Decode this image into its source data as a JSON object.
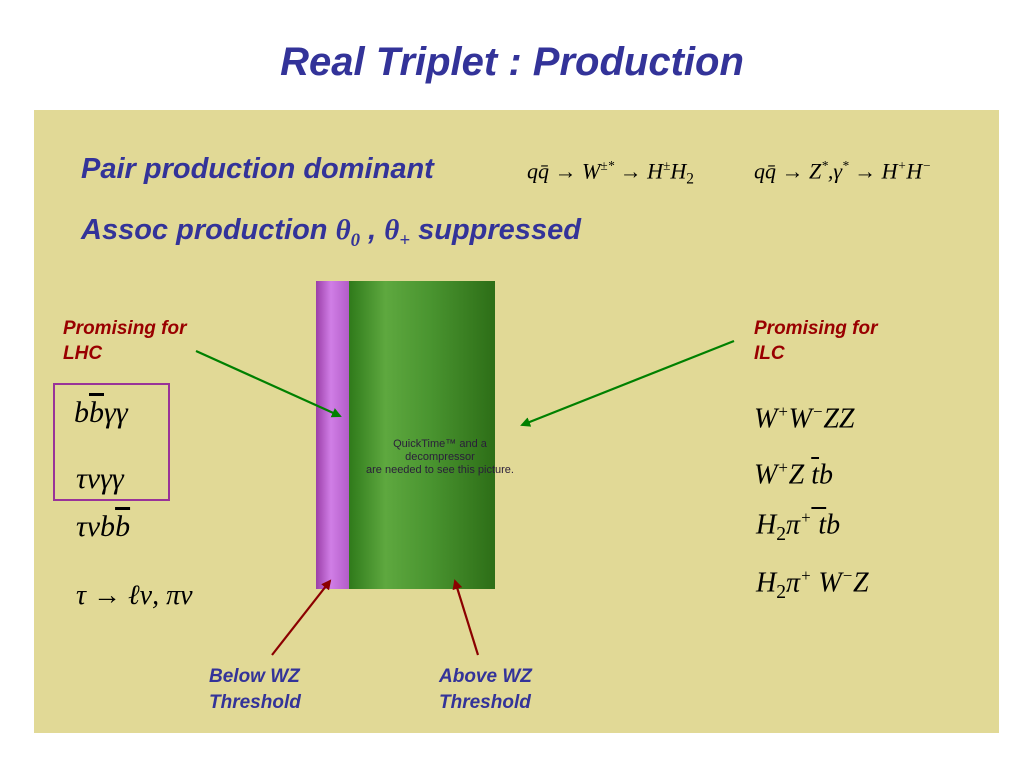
{
  "slide": {
    "title": "Real Triplet : Production",
    "line1": "Pair production dominant",
    "line2_prefix": "Assoc  production",
    "theta0": "θ",
    "theta0_sub": "0",
    "comma": " ,",
    "thetaplus": "θ",
    "thetaplus_sub": "+",
    "line2_suffix": "suppressed",
    "eq1": {
      "lhs": "qq̄ → W",
      "sup1": "±*",
      "mid": " → H",
      "sup2": "±",
      "tail": "H",
      "sub": "2"
    },
    "eq2": {
      "lhs": "qq̄ → Z",
      "sup1": "*",
      "mid": ",γ",
      "sup2": "*",
      "tail": " → H",
      "sup3": "+",
      "tail2": "H",
      "sup4": "−"
    },
    "lhc_label_1": "Promising for",
    "lhc_label_2": "LHC",
    "ilc_label_1": "Promising for",
    "ilc_label_2": "ILC",
    "lhc_channels": {
      "c1_a": "b",
      "c1_b": "b",
      "c1_c": "γγ",
      "c2": "τνγγ",
      "c3_a": "τνb",
      "c3_b": "b",
      "c4": "τ → ℓν, πν"
    },
    "ilc_channels": {
      "c1": {
        "a": "W",
        "a_sup": "+",
        "b": "W",
        "b_sup": "−",
        "c": "ZZ"
      },
      "c2": {
        "a": "W",
        "a_sup": "+",
        "b": "Z ",
        "c": "t",
        "d": "b"
      },
      "c3": {
        "a": "H",
        "a_sub": "2",
        "b": "π",
        "b_sup": "+",
        "c": " t",
        "d": "b"
      },
      "c4": {
        "a": "H",
        "a_sub": "2",
        "b": "π",
        "b_sup": "+",
        "c": " W",
        "c_sup": "−",
        "d": "Z"
      }
    },
    "quicktime_1": "QuickTime™ and a",
    "quicktime_2": "decompressor",
    "quicktime_3": "are needed to see this picture.",
    "below_1": "Below WZ",
    "below_2": "Threshold",
    "above_1": "Above WZ",
    "above_2": "Threshold",
    "colors": {
      "title": "#333399",
      "panel": "#e1d996",
      "red_label": "#990000",
      "green_arrow": "#008000",
      "red_arrow": "#8b0000",
      "box": "#993399"
    }
  }
}
